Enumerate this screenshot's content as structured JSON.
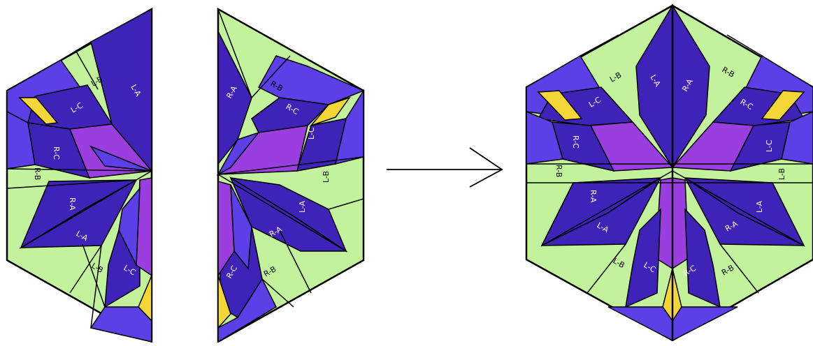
{
  "colors": {
    "light_green": "#c2f29b",
    "dark_blue": "#3f22b8",
    "mid_blue": "#5c3fe6",
    "purple": "#9b3ee0",
    "yellow": "#f5d637",
    "outline": "#000000"
  },
  "labels": {
    "la": "L-A",
    "lb": "L-B",
    "lc": "L-C",
    "ra": "R-A",
    "rb": "R-B",
    "rc": "R-C"
  },
  "arrow": {
    "icon": "right-arrow-icon"
  }
}
